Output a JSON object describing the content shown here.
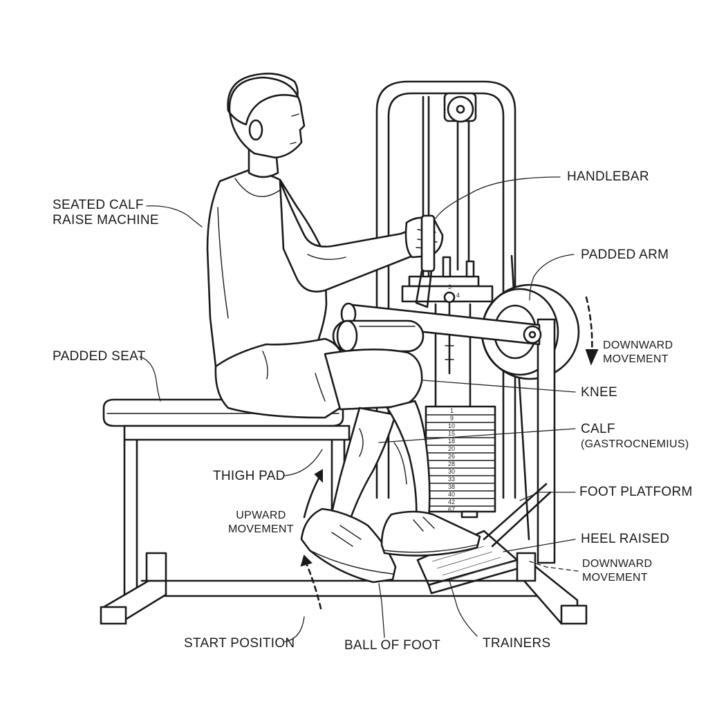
{
  "labels": {
    "machine_line1": "SEATED CALF",
    "machine_line2": "RAISE MACHINE",
    "handlebar": "HANDLEBAR",
    "padded_arm": "PADDED ARM",
    "downward_top_line1": "DOWNWARD",
    "downward_top_line2": "MOVEMENT",
    "padded_seat": "PADDED SEAT",
    "knee": "KNEE",
    "calf_line1": "CALF",
    "calf_line2": "(GASTROCNEMIUS)",
    "thigh_pad": "THIGH PAD",
    "foot_platform": "FOOT PLATFORM",
    "upward_line1": "UPWARD",
    "upward_line2": "MOVEMENT",
    "heel_raised": "HEEL RAISED",
    "downward_bottom_line1": "DOWNWARD",
    "downward_bottom_line2": "MOVEMENT",
    "start_position": "START POSITION",
    "ball_of_foot": "BALL OF FOOT",
    "trainers": "TRAINERS"
  },
  "weight_stack": [
    "1",
    "9",
    "10",
    "15",
    "18",
    "20",
    "26",
    "28",
    "30",
    "33",
    "38",
    "40",
    "42",
    "67"
  ],
  "pin_numbers": [
    "3",
    "4"
  ]
}
